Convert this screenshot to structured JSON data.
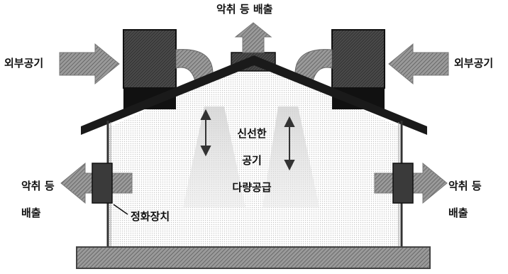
{
  "labels": {
    "top_exhaust": "악취 등 배출",
    "outside_air_left": "외부공기",
    "outside_air_right": "외부공기",
    "fresh_air_line1": "신선한",
    "fresh_air_line2": "공기",
    "fresh_air_line3": "다량공급",
    "left_exhaust_line1": "악취 등",
    "left_exhaust_line2": "배출",
    "right_exhaust_line1": "악취 등",
    "right_exhaust_line2": "배출",
    "purifier": "정화장치"
  },
  "colors": {
    "outline": "#111111",
    "roof": "#1a1a1a",
    "unit_dark": "#3a3a3a",
    "arrow_gray": "#8a8a8a",
    "beam_gray": "#bdbdbd",
    "background": "#ffffff"
  }
}
